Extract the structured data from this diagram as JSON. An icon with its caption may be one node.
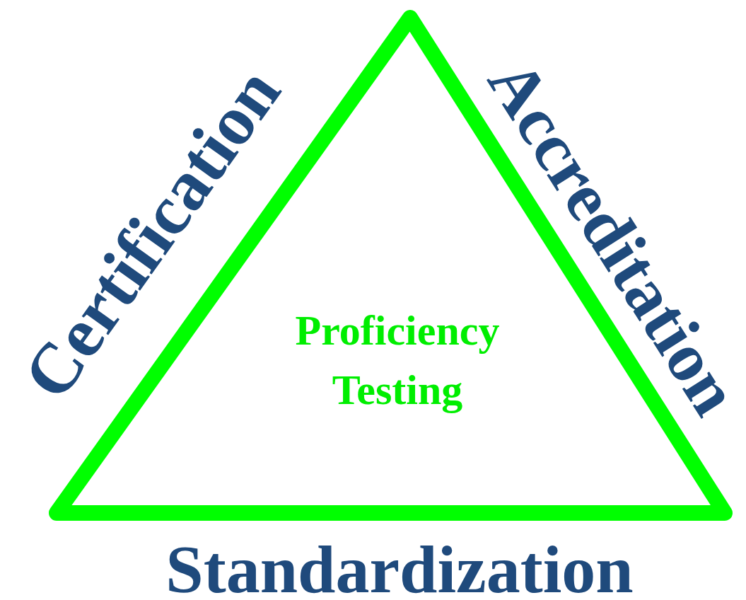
{
  "diagram": {
    "nodes": [
      {
        "text": [
          "Proficiency Testing"
        ]
      }
    ],
    "labels": [
      "Certification",
      "Accreditation",
      "Standardization"
    ]
  }
}
